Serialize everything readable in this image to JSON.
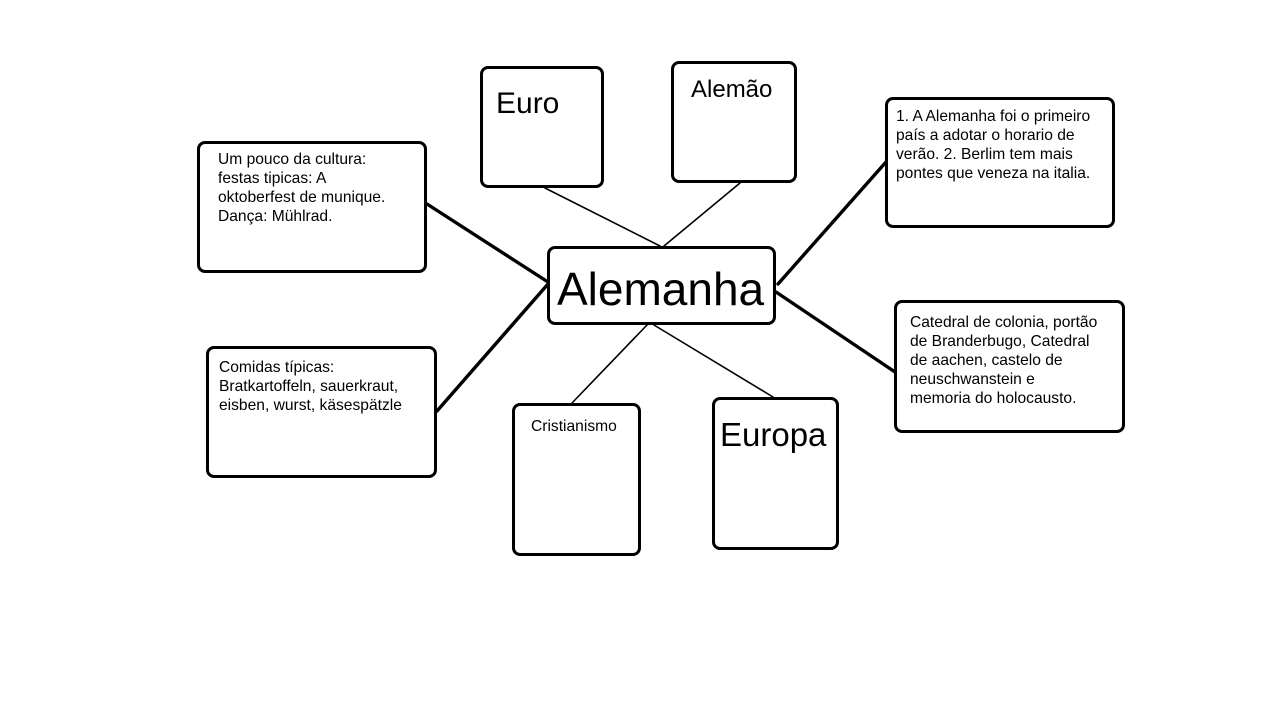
{
  "diagram": {
    "center": "Alemanha",
    "nodes": {
      "euro": "Euro",
      "alemao": "Alemão",
      "curiosities": [
        "1. A Alemanha foi o primeiro",
        "país a adotar o horario de",
        "verão. 2. Berlim tem mais",
        "pontes que veneza na italia."
      ],
      "cultura": [
        "Um pouco da cultura:",
        "festas tipicas: A",
        "oktoberfest de munique.",
        "Dança: Mühlrad."
      ],
      "comidas": [
        "Comidas típicas:",
        "Bratkartoffeln, sauerkraut,",
        "eisben, wurst, käsespätzle"
      ],
      "cristianismo": "Cristianismo",
      "europa": "Europa",
      "monumentos": [
        "Catedral de colonia, portão",
        "de Branderbugo, Catedral",
        "de aachen, castelo de",
        "neuschwanstein e",
        "memoria do holocausto."
      ]
    }
  }
}
